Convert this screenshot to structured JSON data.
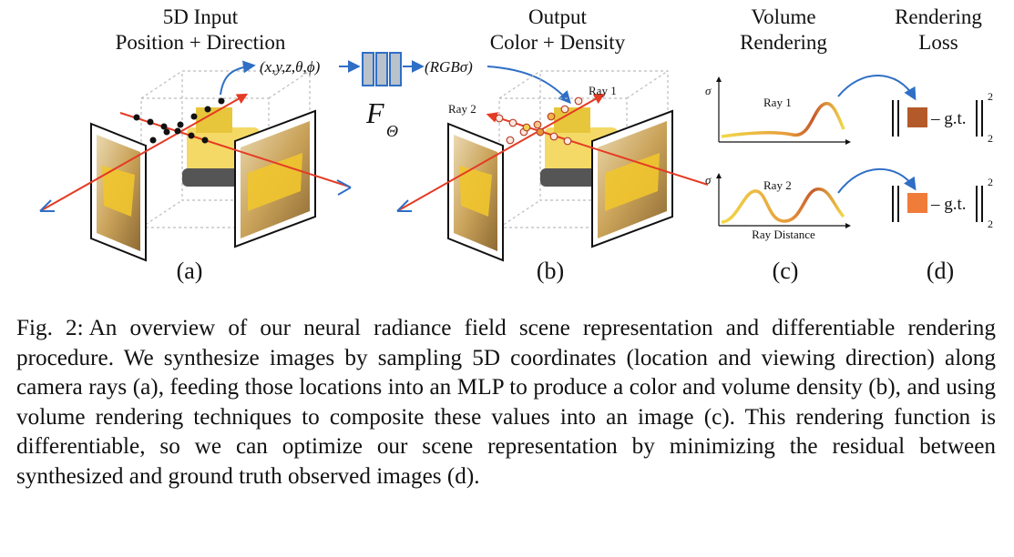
{
  "panel_a": {
    "title_line1": "5D Input",
    "title_line2": "Position + Direction",
    "label": "(a)"
  },
  "mlp": {
    "input_label": "(x,y,z,θ,ϕ)",
    "output_label": "(RGBσ)",
    "symbol": "F",
    "symbol_sub": "Θ"
  },
  "panel_b": {
    "title_line1": "Output",
    "title_line2": "Color + Density",
    "ray1_label": "Ray 1",
    "ray2_label": "Ray 2",
    "label": "(b)"
  },
  "panel_c": {
    "title_line1": "Volume",
    "title_line2": "Rendering",
    "axis_symbol": "σ",
    "ray1_label": "Ray 1",
    "ray2_label": "Ray 2",
    "xlabel": "Ray Distance",
    "label": "(c)"
  },
  "panel_d": {
    "title_line1": "Rendering",
    "title_line2": "Loss",
    "gt_label": "– g.t.",
    "sup": "2",
    "sub": "2",
    "label": "(d)"
  },
  "colors": {
    "ray_red": "#e53a23",
    "arrow_blue": "#2f6fc5",
    "mlp_fill": "#b9c1cb",
    "swatch1": "#b45a2a",
    "swatch2": "#f07c3a"
  },
  "caption": {
    "label": "Fig. 2:",
    "text": "An overview of our neural radiance field scene representation and differentiable rendering procedure. We synthesize images by sampling 5D coordinates (location and viewing direction) along camera rays (a), feeding those locations into an MLP to produce a color and volume density (b), and using volume rendering techniques to composite these values into an image (c). This rendering function is differentiable, so we can optimize our scene representation by minimizing the residual between synthesized and ground truth observed images (d)."
  }
}
